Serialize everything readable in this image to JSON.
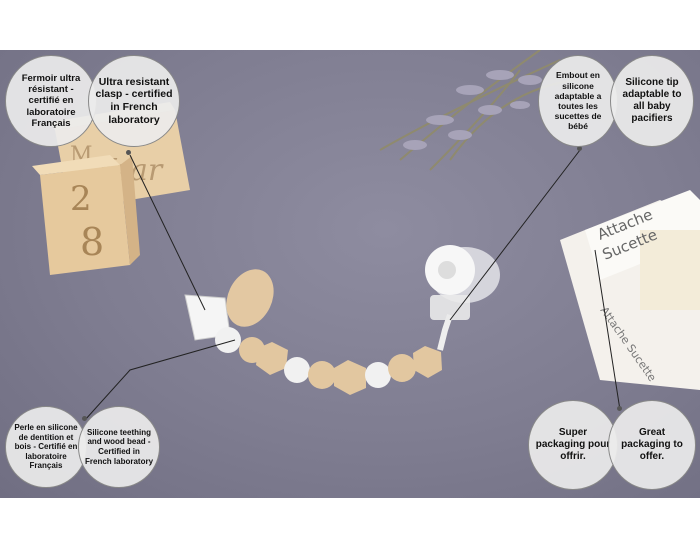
{
  "callouts": {
    "clasp_fr": "Fermoir ultra résistant - certifié en laboratoire Français",
    "clasp_en": "Ultra resistant clasp - certified in French laboratory",
    "tip_fr": "Embout en silicone adaptable a toutes les sucettes de bébé",
    "tip_en": "Silicone tip adaptable to all baby pacifiers",
    "bead_fr": "Perle en silicone de dentition et bois - Certifié en laboratoire Français",
    "bead_en": "Silicone teething and wood bead - Certified in French laboratory",
    "pack_fr": "Super packaging pour offrir.",
    "pack_en": "Great packaging to offer."
  },
  "blocks": {
    "digit_top": "2",
    "digit_bottom": "8",
    "word": "Year",
    "word_partial": "M"
  },
  "box": {
    "line1": "Attache",
    "line2": "Sucette",
    "side": "Attache Sucette"
  },
  "colors": {
    "background": "#7f7d91",
    "wood": "#e2c7a0",
    "silicone_white": "#f1f1f1",
    "bubble": "#ececec"
  }
}
